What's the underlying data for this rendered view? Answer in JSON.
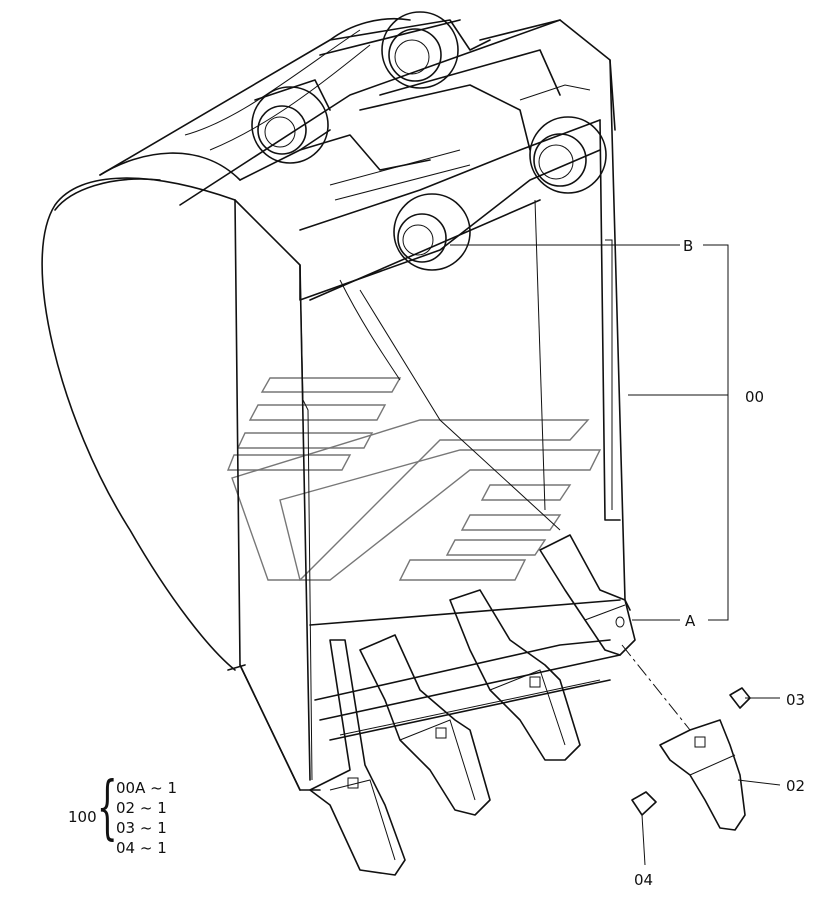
{
  "callouts": {
    "b": "B",
    "a": "A",
    "assembly": "00",
    "tooth_pin": "03",
    "tooth": "02",
    "lock": "04"
  },
  "parts_list": {
    "assembly_no": "100",
    "rows": [
      "00A ~ 1",
      "02  ~ 1",
      "03  ~ 1",
      "04  ~ 1"
    ]
  }
}
